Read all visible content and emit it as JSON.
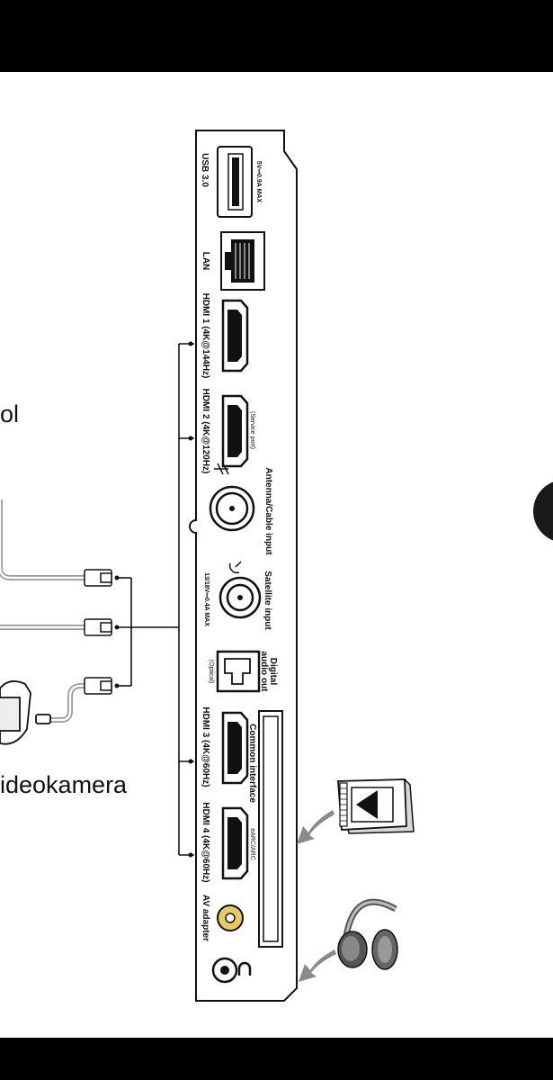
{
  "labels": {
    "left_top": "ol",
    "left_bottom": "ideokamera"
  },
  "ports": {
    "usb_label": "USB 3.0",
    "usb_rating": "5V⎓0.9A MAX",
    "lan_label": "LAN",
    "hdmi1_label": "HDMI 1 (4K@144Hz)",
    "hdmi2_label": "HDMI 2 (4K@120Hz)",
    "hdmi2_note": "(Service port)",
    "antenna_label": "Antenna/Cable input",
    "satellite_label": "Satellite input",
    "satellite_rating": "13/18V⎓0.4A MAX",
    "digital_audio_label_1": "Digital",
    "digital_audio_label_2": "audio out",
    "optical_note": "(Optical)",
    "common_interface_label": "Common interface",
    "hdmi3_label": "HDMI 3 (4K@60Hz)",
    "hdmi4_label": "HDMI 4 (4K@60Hz)",
    "earc_note": "eARC/ARC",
    "av_adapter_label": "AV adapter"
  },
  "colors": {
    "bars": "#000000",
    "line": "#111111",
    "cable_gray": "#9a9a9a",
    "av_jack_yellow": "#e8c96a"
  },
  "icons": [
    "usb-port-icon",
    "lan-port-icon",
    "hdmi-port-icon",
    "coax-port-icon",
    "optical-port-icon",
    "av-jack-icon",
    "headphone-jack-icon",
    "ci-card-icon",
    "headphones-icon",
    "camcorder-icon",
    "arrow-icon",
    "satellite-dish-icon",
    "antenna-icon"
  ]
}
